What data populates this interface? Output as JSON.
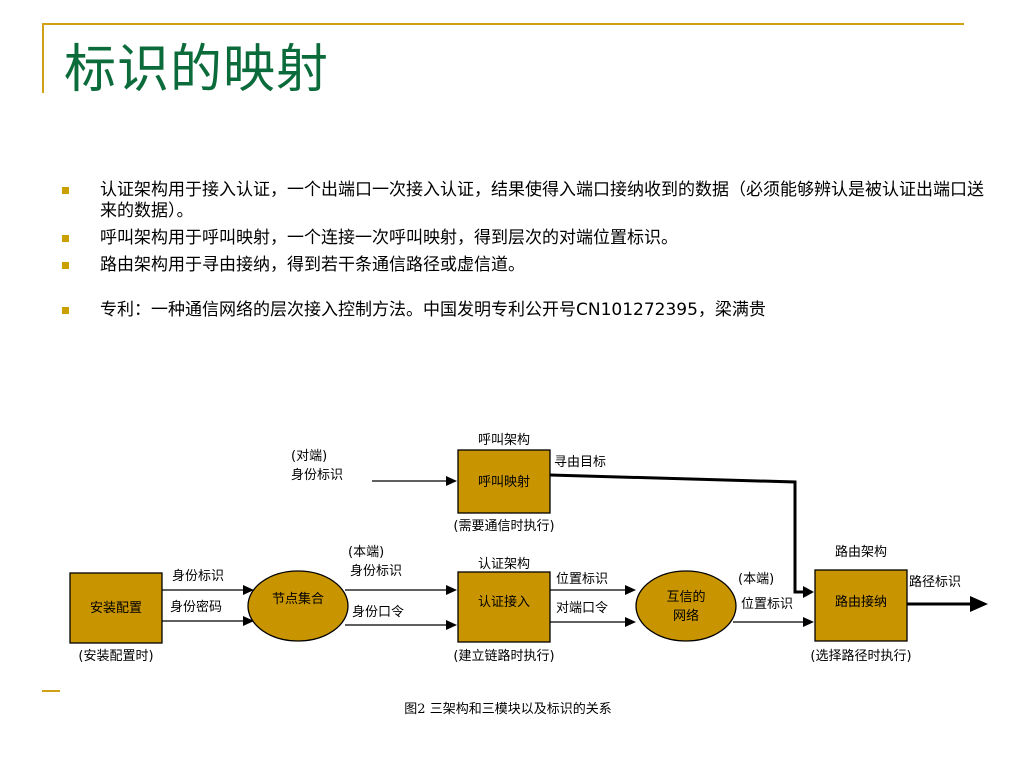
{
  "title": "标识的映射",
  "bullets": [
    "认证架构用于接入认证，一个出端口一次接入认证，结果使得入端口接纳收到的数据（必须能够辨认是被认证出端口送来的数据）。",
    "呼叫架构用于呼叫映射，一个连接一次呼叫映射，得到层次的对端位置标识。",
    "路由架构用于寻由接纳，得到若干条通信路径或虚信道。",
    "专利：一种通信网络的层次接入控制方法。中国发明专利公开号CN101272395，梁满贵"
  ],
  "diagram": {
    "boxes": {
      "install_config": "安装配置",
      "call_mapping": "呼叫映射",
      "auth_access": "认证接入",
      "route_accept": "路由接纳"
    },
    "ellipses": {
      "node_set": "节点集合",
      "network_line1": "互信的",
      "network_line2": "网络"
    },
    "box_headers": {
      "call_arch": "呼叫架构",
      "auth_arch": "认证架构",
      "route_arch": "路由架构"
    },
    "notes": {
      "install_time": "(安装配置时)",
      "call_time": "(需要通信时执行)",
      "auth_time": "(建立链路时执行)",
      "route_time": "(选择路径时执行)"
    },
    "labels": {
      "peer": "(对端)",
      "identity_id_top": "身份标识",
      "seek_target": "寻由目标",
      "identity_id_left": "身份标识",
      "identity_pwd": "身份密码",
      "local_1": "(本端)",
      "identity_id_mid": "身份标识",
      "identity_token": "身份口令",
      "position_id": "位置标识",
      "peer_token": "对端口令",
      "local_2": "(本端)",
      "position_id_right": "位置标识",
      "path_id": "路径标识"
    },
    "caption": "图2 三架构和三模块以及标识的关系"
  },
  "colors": {
    "title": "#0b6b3a",
    "accent": "#d2a017",
    "box_fill": "#c89500"
  }
}
